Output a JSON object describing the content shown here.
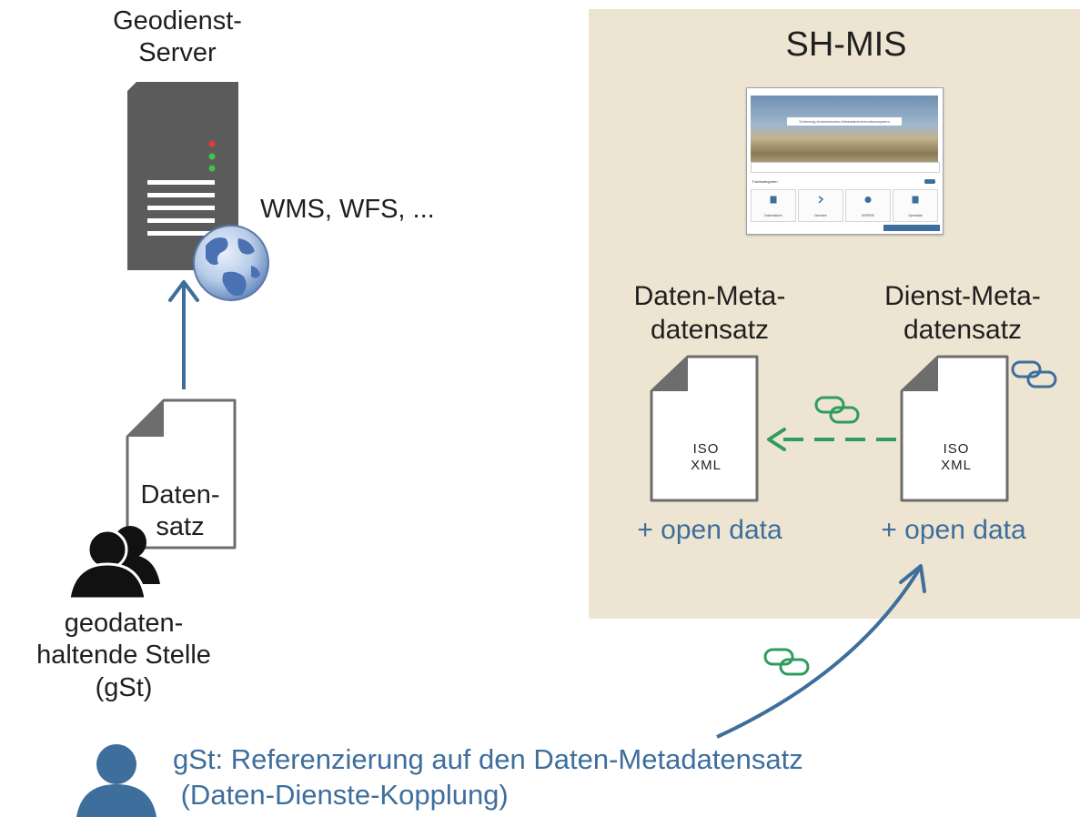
{
  "server": {
    "title": "Geodienst-\nServer",
    "services": "WMS, WFS, ..."
  },
  "dataset": {
    "label": "Daten-\nsatz"
  },
  "holder": {
    "label": "geodaten-\nhaltende Stelle\n(gSt)"
  },
  "panel": {
    "title": "SH-MIS"
  },
  "portal_screenshot": {
    "banner": "Schleswig-Holsteinisches Metadateninformationssystem",
    "category_title": "Fachkategorien",
    "tiles": [
      "Datensätzen",
      "Diensten",
      "INSPIRE",
      "Opendata"
    ]
  },
  "data_metadata": {
    "title": "Daten-Meta-\ndatensatz",
    "doc": "ISO\nXML",
    "tag": "+ open data"
  },
  "service_metadata": {
    "title": "Dienst-Meta-\ndatensatz",
    "doc": "ISO\nXML",
    "tag": "+ open data"
  },
  "caption": {
    "line1": "gSt: Referenzierung auf den Daten-Metadatensatz",
    "line2": " (Daten-Dienste-Kopplung)"
  },
  "colors": {
    "blue": "#3e6e9c",
    "green": "#2f9c5f",
    "panel": "#ede5d2"
  }
}
